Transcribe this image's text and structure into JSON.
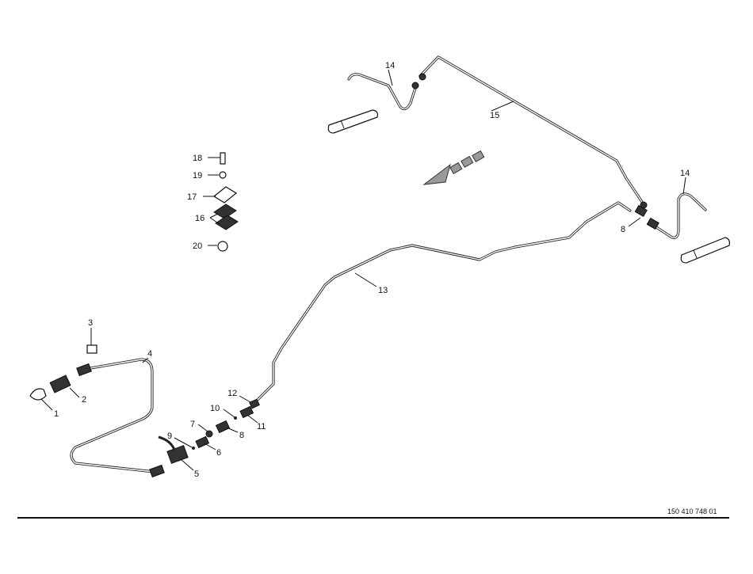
{
  "document_number": "150 410 748 01",
  "labels": {
    "p14a": "14",
    "p15": "15",
    "p14b": "14",
    "p8a": "8",
    "p13": "13",
    "p18": "18",
    "p19": "19",
    "p17": "17",
    "p16": "16",
    "p20": "20",
    "p3": "3",
    "p4": "4",
    "p2": "2",
    "p1": "1",
    "p12": "12",
    "p10": "10",
    "p11": "11",
    "p7": "7",
    "p8b": "8",
    "p9": "9",
    "p6": "6",
    "p5": "5"
  }
}
